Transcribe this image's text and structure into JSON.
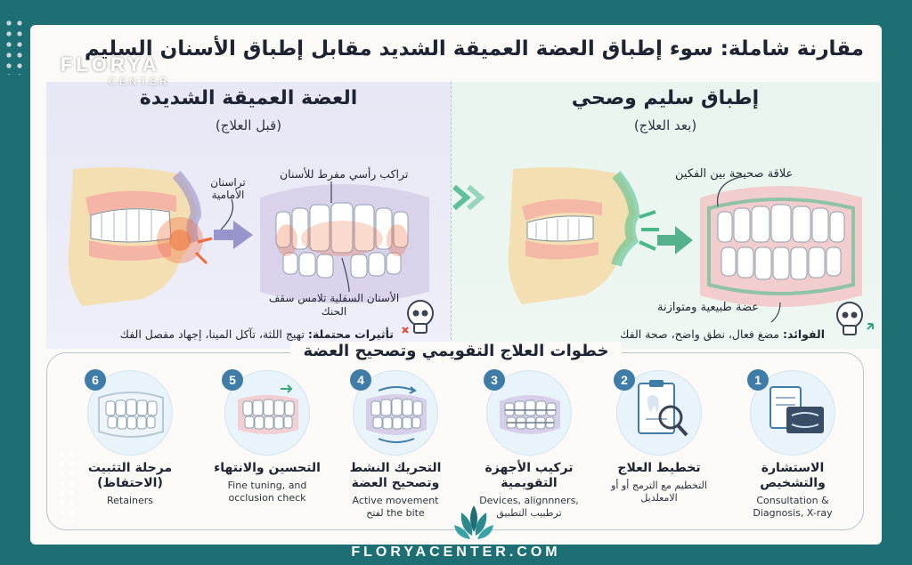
{
  "brand": {
    "logo_name": "FLORYA",
    "logo_sub": "CENTER",
    "footer": "FLORYACENTER.COM"
  },
  "title": "مقارنة شاملة: سوء إطباق العضة العميقة الشديد مقابل إطباق الأسنان السليم",
  "healthy": {
    "title": "إطباق سليم وصحي",
    "subtitle": "(بعد العلاج)",
    "label_relation": "علاقة صحيحة بين الفكين",
    "label_natural": "عضة طبيعية ومتوازنة",
    "benefits_label": "الفوائد:",
    "benefits_text": "مضغ فعال، نطق واضح، صحة الفك"
  },
  "deep": {
    "title": "العضة العميقة الشديدة",
    "subtitle": "(قبل العلاج)",
    "label_crowding": "تراسنان الأمامية",
    "label_overlap": "تراكب رأسي مفرط للأسنان",
    "label_lower": "الأسنان السفلية تلامس سقف الحنك",
    "effects_label": "تأثيرات محتملة:",
    "effects_text": "تهيج اللثة، تآكل المينا، إجهاد مفصل الفك"
  },
  "steps_title": "خطوات العلاج التقويمي وتصحيح العضة",
  "steps": [
    {
      "num": "1",
      "name": "الاستشارة والتشخيص",
      "desc": "Consultation & Diagnosis, X-ray",
      "desc_ar": ""
    },
    {
      "num": "2",
      "name": "تخطيط العلاج",
      "desc": "",
      "desc_ar": "التخطيم مع الترمج أو أو الامعلديل"
    },
    {
      "num": "3",
      "name": "تركيب الأجهزة التقويمية",
      "desc": "Devices, alignnners,",
      "desc_ar": "ترطبيب التطبيق"
    },
    {
      "num": "4",
      "name": "التحريك النشط وتصحيح العضة",
      "desc": "Active movement",
      "desc_ar": "the bite لفتح"
    },
    {
      "num": "5",
      "name": "التحسين والانتهاء",
      "desc": "Fine tuning, and occlusion check",
      "desc_ar": ""
    },
    {
      "num": "6",
      "name": "مرحلة التثبيت (الاحتفاظ)",
      "desc": "Retainers",
      "desc_ar": ""
    }
  ],
  "colors": {
    "background": "#1e6f73",
    "healthy_accent": "#3aa57a",
    "problem_accent": "#f06a3a",
    "step_badge": "#3f7ca8"
  }
}
